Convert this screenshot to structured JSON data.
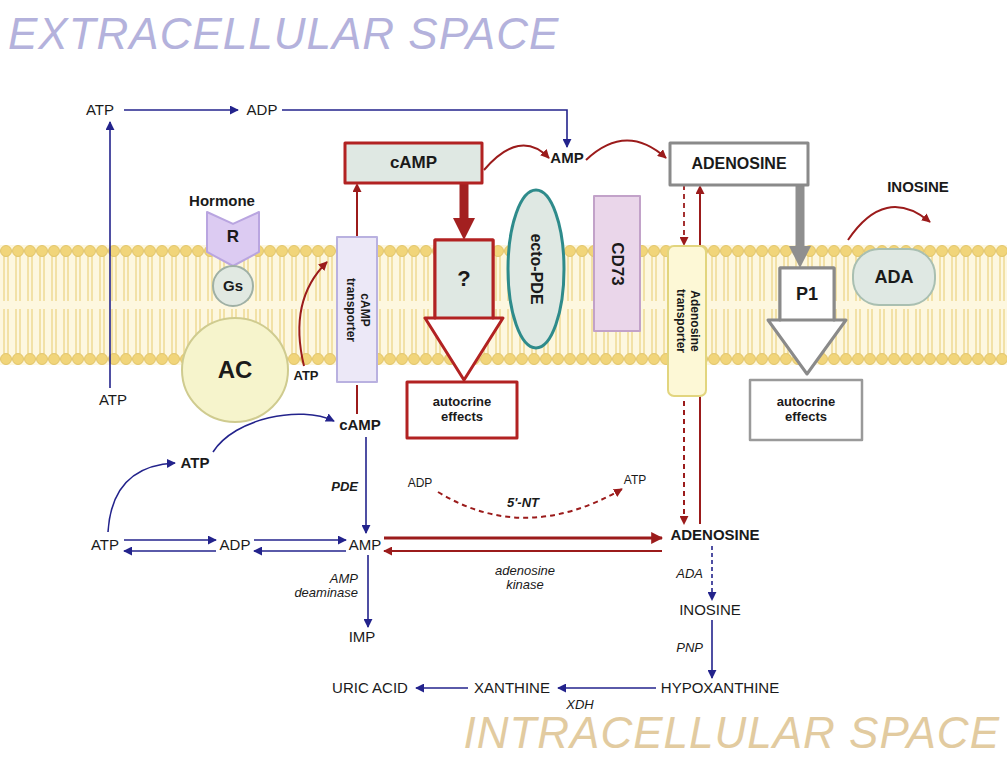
{
  "diagram": {
    "nodes": [
      {
        "text": [
          "cAMP"
        ]
      },
      {
        "text": [
          "ADENOSINE"
        ]
      },
      {
        "text": [
          "R"
        ]
      },
      {
        "text": [
          "Gs"
        ]
      },
      {
        "text": [
          "AC"
        ]
      },
      {
        "text": [
          "cAMP transporter"
        ]
      },
      {
        "text": [
          "?"
        ]
      },
      {
        "text": [
          "autocrine effects"
        ]
      },
      {
        "text": [
          "ecto-PDE"
        ]
      },
      {
        "text": [
          "CD73"
        ]
      },
      {
        "text": [
          "Adenosine transporter"
        ]
      },
      {
        "text": [
          "P1"
        ]
      },
      {
        "text": [
          "autocrine effects"
        ]
      },
      {
        "text": [
          "ADA"
        ]
      }
    ],
    "edges": [
      {
        "from": 5,
        "to": 0,
        "arrow": "to"
      },
      {
        "from": 0,
        "to": 6,
        "arrow": "to"
      },
      {
        "from": 1,
        "to": 11,
        "arrow": "to"
      },
      {
        "from": 10,
        "to": 1,
        "arrow": "to"
      },
      {
        "from": 1,
        "to": 10,
        "arrow": "to"
      }
    ],
    "labels": [
      "EXTRACELLULAR SPACE",
      "ATP",
      "ADP",
      "AMP",
      "INOSINE",
      "Hormone",
      "ATP",
      "ATP",
      "cAMP",
      "ATP",
      "ADP",
      "ATP",
      "PDE",
      "5'-NT",
      "ATP",
      "ADP",
      "AMP",
      "ADENOSINE",
      "AMP deaminase",
      "adenosine kinase",
      "ADA",
      "IMP",
      "INOSINE",
      "PNP",
      "URIC ACID",
      "XANTHINE",
      "XDH",
      "HYPOXANTHINE",
      "INTRACELLULAR SPACE"
    ]
  }
}
